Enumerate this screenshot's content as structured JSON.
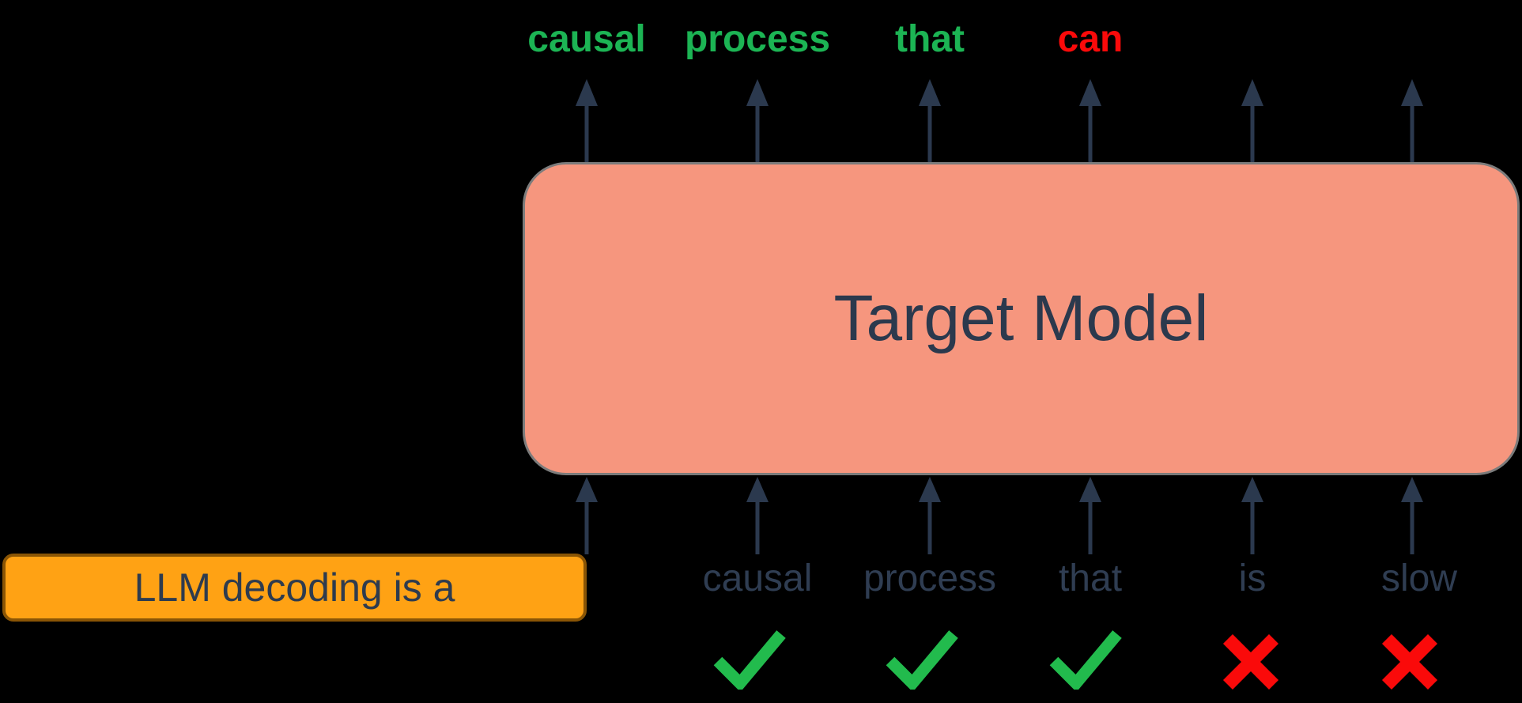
{
  "diagram": {
    "description": "Speculative decoding verification: draft tokens fed to target model",
    "colors": {
      "background": "#000000",
      "accepted_green": "#1CB454",
      "rejected_red": "#FA0A0A",
      "arrow_navy": "#2B394E",
      "token_navy": "#2F3D52",
      "target_box_fill": "#F6967E",
      "target_box_border": "#7B7B7B",
      "prompt_box_fill": "#FFA214",
      "prompt_box_border": "#8A5505"
    },
    "target_model": {
      "label": "Target Model"
    },
    "prompt_box": {
      "label": "LLM decoding is a"
    },
    "output_tokens": [
      {
        "label": "causal",
        "status": "accepted"
      },
      {
        "label": "process",
        "status": "accepted"
      },
      {
        "label": "that",
        "status": "accepted"
      },
      {
        "label": "can",
        "status": "rejected"
      }
    ],
    "draft_tokens": [
      {
        "label": "causal",
        "verdict": "accepted"
      },
      {
        "label": "process",
        "verdict": "accepted"
      },
      {
        "label": "that",
        "verdict": "accepted"
      },
      {
        "label": "is",
        "verdict": "rejected"
      },
      {
        "label": "slow",
        "verdict": "rejected"
      }
    ]
  }
}
